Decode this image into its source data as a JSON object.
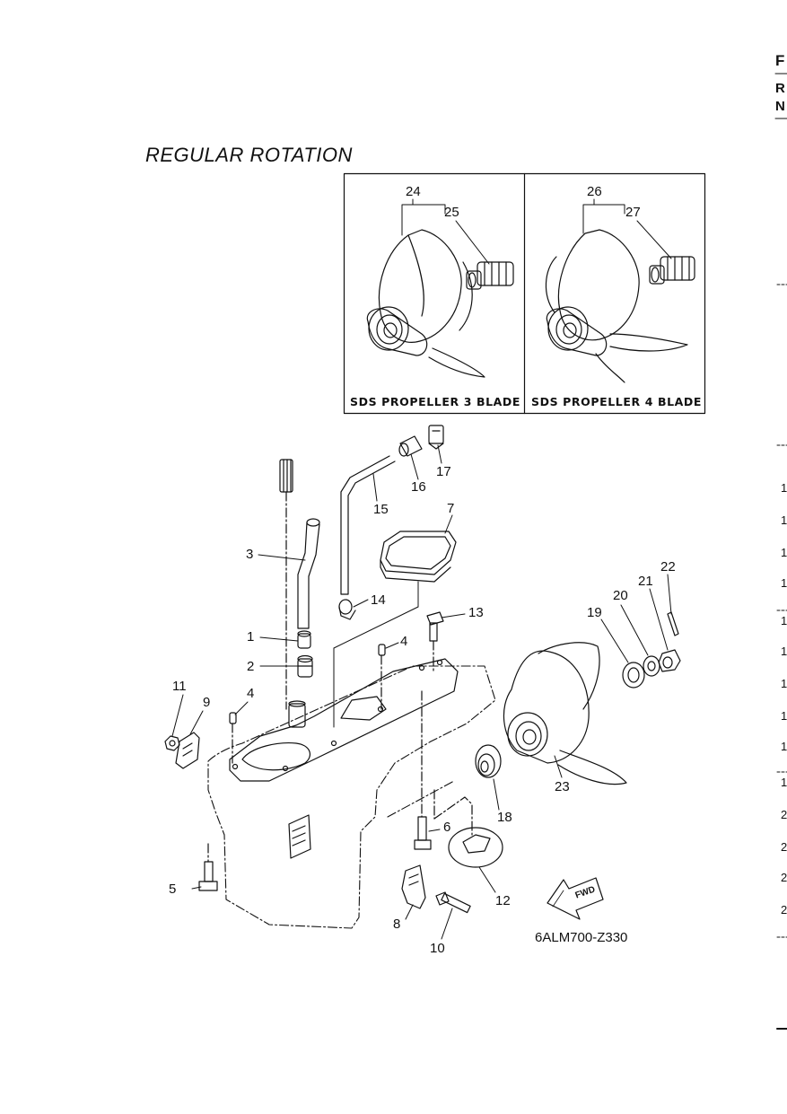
{
  "page": {
    "title": "REGULAR ROTATION",
    "figure_code": "6ALM700-Z330",
    "fwd_label": "FWD"
  },
  "edge": {
    "letters": [
      "F",
      "R",
      "N"
    ],
    "numbers": [
      "1",
      "1",
      "1",
      "1",
      "1",
      "1",
      "1",
      "1",
      "1",
      "1",
      "2",
      "2",
      "2",
      "2"
    ]
  },
  "insets": [
    {
      "label": "SDS PROPELLER 3 BLADE",
      "callouts": [
        "24",
        "25"
      ]
    },
    {
      "label": "SDS PROPELLER 4 BLADE",
      "callouts": [
        "26",
        "27"
      ]
    }
  ],
  "callouts": [
    "1",
    "2",
    "3",
    "4",
    "4",
    "5",
    "6",
    "7",
    "8",
    "9",
    "10",
    "11",
    "12",
    "13",
    "14",
    "15",
    "16",
    "17",
    "18",
    "19",
    "20",
    "21",
    "22",
    "23"
  ]
}
